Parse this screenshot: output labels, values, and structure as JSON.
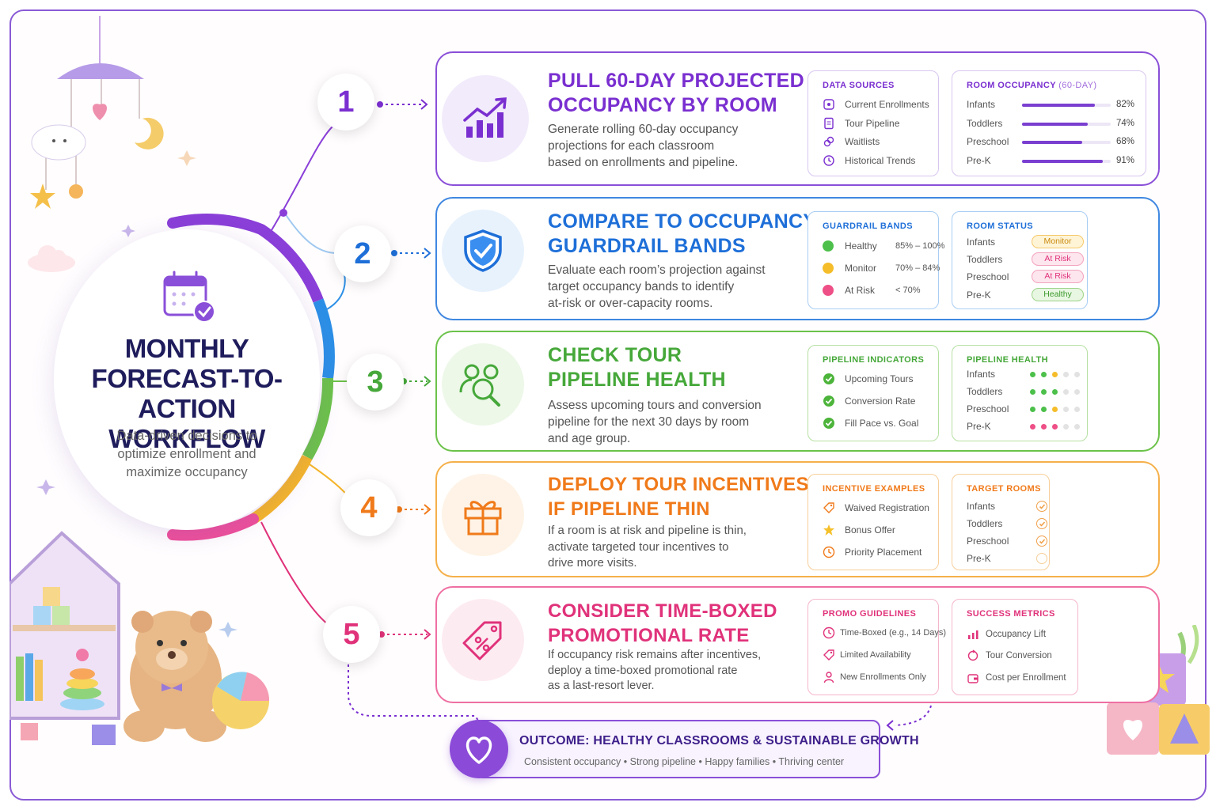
{
  "hub": {
    "title_line1": "MONTHLY",
    "title_line2": "FORECAST-TO-ACTION",
    "title_line3": "WORKFLOW",
    "subtitle_line1": "Data-driven decisions to",
    "subtitle_line2": "optimize enrollment and",
    "subtitle_line3": "maximize occupancy"
  },
  "steps": [
    {
      "number": "1",
      "color": "#7a2fd0",
      "title_line1": "PULL 60-DAY PROJECTED",
      "title_line2": "OCCUPANCY BY ROOM",
      "desc_line1": "Generate rolling 60-day occupancy",
      "desc_line2": "projections for each classroom",
      "desc_line3": "based on enrollments and pipeline.",
      "icon": "chart-growth-icon",
      "panel_a": {
        "title": "DATA SOURCES",
        "items": [
          {
            "label": "Current Enrollments",
            "icon": "enrollment-icon"
          },
          {
            "label": "Tour Pipeline",
            "icon": "document-icon"
          },
          {
            "label": "Waitlists",
            "icon": "link-icon"
          },
          {
            "label": "Historical Trends",
            "icon": "history-icon"
          }
        ]
      },
      "panel_b": {
        "title": "ROOM OCCUPANCY",
        "title_note": "(60-DAY)",
        "rows": [
          {
            "room": "Infants",
            "value": 82,
            "label": "82%"
          },
          {
            "room": "Toddlers",
            "value": 74,
            "label": "74%"
          },
          {
            "room": "Preschool",
            "value": 68,
            "label": "68%"
          },
          {
            "room": "Pre-K",
            "value": 91,
            "label": "91%"
          }
        ]
      }
    },
    {
      "number": "2",
      "color": "#1e6fd8",
      "title_line1": "COMPARE TO OCCUPANCY",
      "title_line2": "GUARDRAIL BANDS",
      "desc_line1": "Evaluate each room’s projection against",
      "desc_line2": "target occupancy bands to identify",
      "desc_line3": "at-risk or over-capacity rooms.",
      "icon": "shield-check-icon",
      "panel_a": {
        "title": "GUARDRAIL BANDS",
        "items": [
          {
            "label": "Healthy",
            "range": "85% – 100%",
            "color": "#4cc04a"
          },
          {
            "label": "Monitor",
            "range": "70% – 84%",
            "color": "#f5bd2a"
          },
          {
            "label": "At Risk",
            "range": "< 70%",
            "color": "#ee4f86"
          }
        ]
      },
      "panel_b": {
        "title": "ROOM STATUS",
        "rows": [
          {
            "room": "Infants",
            "status": "Monitor",
            "kind": "monitor"
          },
          {
            "room": "Toddlers",
            "status": "At Risk",
            "kind": "risk"
          },
          {
            "room": "Preschool",
            "status": "At Risk",
            "kind": "risk"
          },
          {
            "room": "Pre-K",
            "status": "Healthy",
            "kind": "healthy"
          }
        ]
      }
    },
    {
      "number": "3",
      "color": "#46a83a",
      "title_line1": "CHECK TOUR",
      "title_line2": "PIPELINE HEALTH",
      "desc_line1": "Assess upcoming tours and conversion",
      "desc_line2": "pipeline for the next 30 days by room",
      "desc_line3": "and age group.",
      "icon": "people-search-icon",
      "panel_a": {
        "title": "PIPELINE INDICATORS",
        "items": [
          {
            "label": "Upcoming Tours"
          },
          {
            "label": "Conversion Rate"
          },
          {
            "label": "Fill Pace vs. Goal"
          }
        ]
      },
      "panel_b": {
        "title": "PIPELINE HEALTH",
        "rows": [
          {
            "room": "Infants",
            "dots": [
              "g",
              "g",
              "y",
              "n",
              "n"
            ]
          },
          {
            "room": "Toddlers",
            "dots": [
              "g",
              "g",
              "g",
              "n",
              "n"
            ]
          },
          {
            "room": "Preschool",
            "dots": [
              "g",
              "g",
              "y",
              "n",
              "n"
            ]
          },
          {
            "room": "Pre-K",
            "dots": [
              "r",
              "r",
              "r",
              "n",
              "n"
            ]
          }
        ]
      }
    },
    {
      "number": "4",
      "color": "#f07a1a",
      "title_line1": "DEPLOY TOUR INCENTIVES",
      "title_line2": "IF PIPELINE THIN",
      "desc_line1": "If a room is at risk and pipeline is thin,",
      "desc_line2": "activate targeted tour incentives to",
      "desc_line3": "drive more visits.",
      "icon": "gift-icon",
      "panel_a": {
        "title": "INCENTIVE EXAMPLES",
        "items": [
          {
            "label": "Waived Registration",
            "icon": "tag-icon"
          },
          {
            "label": "Bonus Offer",
            "icon": "star-icon"
          },
          {
            "label": "Priority Placement",
            "icon": "clock-icon"
          }
        ]
      },
      "panel_b": {
        "title": "TARGET ROOMS",
        "rows": [
          {
            "room": "Infants",
            "checked": true
          },
          {
            "room": "Toddlers",
            "checked": true
          },
          {
            "room": "Preschool",
            "checked": true
          },
          {
            "room": "Pre-K",
            "checked": false
          }
        ]
      }
    },
    {
      "number": "5",
      "color": "#e0327a",
      "title_line1": "CONSIDER TIME-BOXED",
      "title_line2": "PROMOTIONAL RATE",
      "desc_line1": "If occupancy risk remains after incentives,",
      "desc_line2": "deploy a time-boxed promotional rate",
      "desc_line3": "as a last-resort lever.",
      "icon": "percent-tag-icon",
      "panel_a": {
        "title": "PROMO GUIDELINES",
        "items": [
          {
            "label": "Time-Boxed (e.g., 14 Days)",
            "icon": "clock-icon"
          },
          {
            "label": "Limited Availability",
            "icon": "tag-icon"
          },
          {
            "label": "New Enrollments Only",
            "icon": "person-icon"
          }
        ]
      },
      "panel_b": {
        "title": "SUCCESS METRICS",
        "items": [
          {
            "label": "Occupancy Lift",
            "icon": "bar-chart-icon"
          },
          {
            "label": "Tour Conversion",
            "icon": "cycle-icon"
          },
          {
            "label": "Cost per Enrollment",
            "icon": "wallet-icon"
          }
        ]
      }
    }
  ],
  "outcome": {
    "title": "OUTCOME: HEALTHY CLASSROOMS & SUSTAINABLE GROWTH",
    "subtitle": "Consistent occupancy  •  Strong pipeline  •  Happy families  •  Thriving center"
  },
  "colors": {
    "frame": "#8a5ad6",
    "healthy": "#4cc04a",
    "monitor": "#f5bd2a",
    "risk": "#ee4f86"
  }
}
